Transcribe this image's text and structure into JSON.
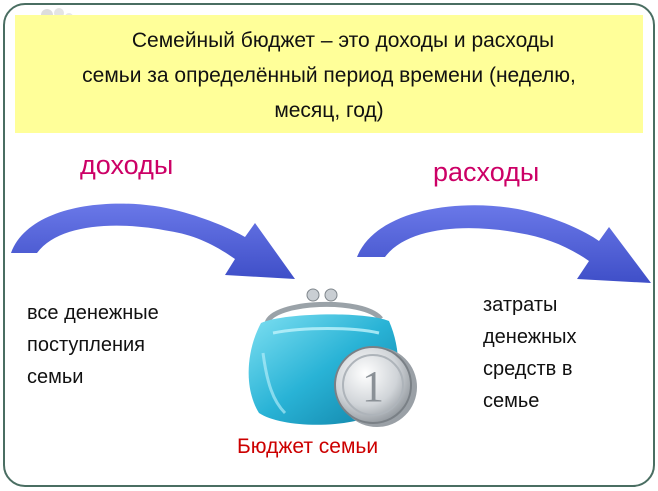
{
  "banner": {
    "lines": [
      "Семейный бюджет – это доходы и расходы",
      "семьи за определённый период времени (неделю,",
      "месяц, год)"
    ]
  },
  "income": {
    "title": "доходы",
    "lines": [
      "все денежные",
      "поступления",
      "семьи"
    ]
  },
  "expenses": {
    "title": "расходы",
    "lines": [
      "затраты",
      "денежных",
      "средств в",
      "семье"
    ]
  },
  "purse": {
    "coin_label": "1",
    "caption": "Бюджет семьи"
  },
  "colors": {
    "banner_bg": "#ffff99",
    "arrow": "#5566dd",
    "title": "#cc0066",
    "caption": "#cc0000",
    "purse": "#29b3d6",
    "frame": "#4a6e62"
  },
  "icons": [
    "income-arrow-icon",
    "expense-arrow-icon",
    "purse-icon",
    "coin-icon"
  ]
}
